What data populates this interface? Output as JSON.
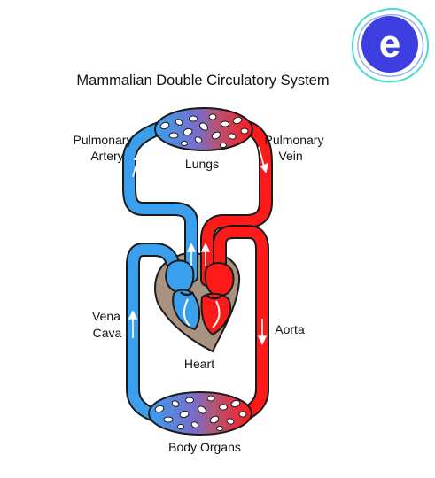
{
  "title": "Mammalian Double Circulatory System",
  "labels": {
    "pulmonary_artery_line1": "Pulmonary",
    "pulmonary_artery_line2": "Artery",
    "pulmonary_vein_line1": "Pulmonary",
    "pulmonary_vein_line2": "Vein",
    "lungs": "Lungs",
    "vena_cava_line1": "Vena",
    "vena_cava_line2": "Cava",
    "aorta": "Aorta",
    "heart": "Heart",
    "body_organs": "Body Organs"
  },
  "logo": {
    "letter": "e",
    "icon": "e-brand-logo-icon"
  },
  "colors": {
    "oxygenated": "#ff1a1a",
    "deoxygenated": "#3aa0ee",
    "outline": "#1a1a1a",
    "heart_tissue": "#a89382",
    "logo_fill": "#3d3ee0",
    "logo_ring": "#4fd8d0"
  }
}
